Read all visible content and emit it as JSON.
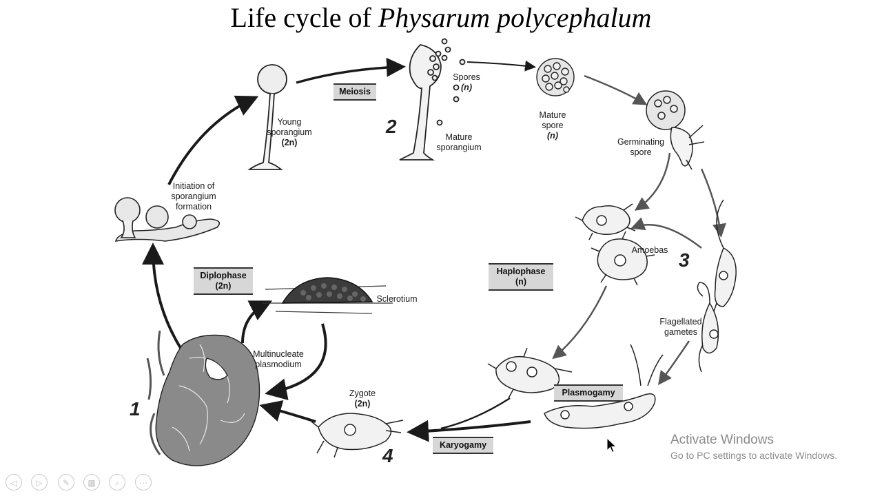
{
  "title": {
    "prefix": "Life cycle of ",
    "species": "Physarum polycephalum"
  },
  "stages": {
    "young_sporangium": {
      "line1": "Young",
      "line2": "sporangium",
      "line3": "(2n)"
    },
    "spores": {
      "line1": "Spores",
      "line2": "(n)"
    },
    "mature_sporangium": {
      "line1": "Mature",
      "line2": "sporangium"
    },
    "mature_spore": {
      "line1": "Mature",
      "line2": "spore",
      "line3": "(n)"
    },
    "germinating_spore": {
      "line1": "Germinating",
      "line2": "spore"
    },
    "amoebas": "Amoebas",
    "flagellated_gametes": {
      "line1": "Flagellated",
      "line2": "gametes"
    },
    "zygote": {
      "line1": "Zygote",
      "line2": "(2n)"
    },
    "multinucleate_plasmodium": {
      "line1": "Multinucleate",
      "line2": "plasmodium"
    },
    "sclerotium": "Sclerotium",
    "initiation": {
      "line1": "Initiation of",
      "line2": "sporangium",
      "line3": "formation"
    }
  },
  "processes": {
    "meiosis": "Meiosis",
    "plasmogamy": "Plasmogamy",
    "karyogamy": "Karyogamy"
  },
  "phases": {
    "diplophase": {
      "line1": "Diplophase",
      "line2": "(2n)"
    },
    "haplophase": {
      "line1": "Haplophase",
      "line2": "(n)"
    }
  },
  "step_numbers": {
    "one": "1",
    "two": "2",
    "three": "3",
    "four": "4"
  },
  "watermark": {
    "line1": "Activate Windows",
    "line2": "Go to PC settings to activate Windows."
  },
  "controls": [
    {
      "icon": "previous-icon",
      "glyph": "◁"
    },
    {
      "icon": "next-icon",
      "glyph": "▷"
    },
    {
      "icon": "pen-icon",
      "glyph": "✎"
    },
    {
      "icon": "slides-grid-icon",
      "glyph": "▦"
    },
    {
      "icon": "zoom-icon",
      "glyph": "⌕"
    },
    {
      "icon": "more-options-icon",
      "glyph": "⋯"
    }
  ],
  "colors": {
    "box_fill": "#d7d7d7",
    "arrow": "#1a1a1a",
    "watermark": "#8a8a8a"
  }
}
